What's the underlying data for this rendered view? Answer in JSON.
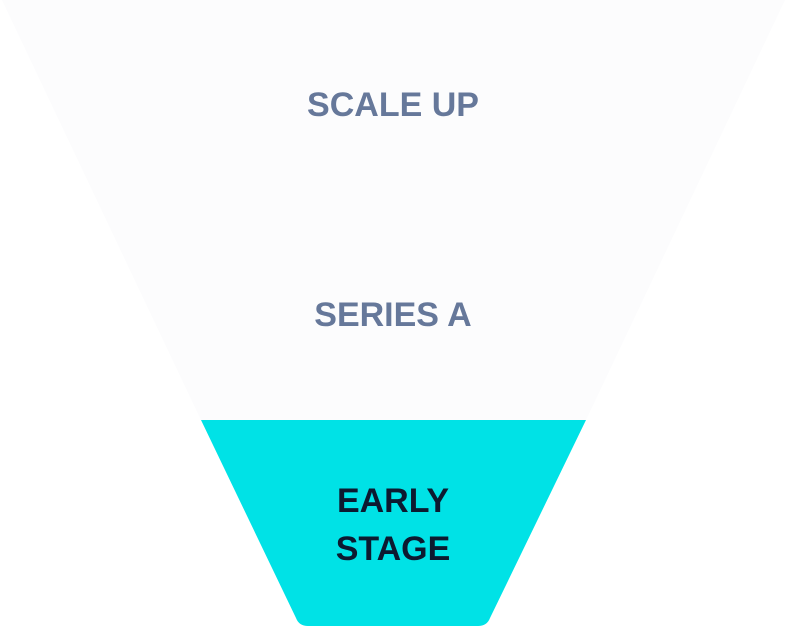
{
  "funnel": {
    "stages": [
      {
        "id": "scale-up",
        "label_lines": [
          "SCALE UP"
        ],
        "fill": "#fcfcfd",
        "text_color": "#66789a"
      },
      {
        "id": "series-a",
        "label_lines": [
          "SERIES A"
        ],
        "fill": "#fcfcfd",
        "text_color": "#66789a"
      },
      {
        "id": "early-stage",
        "label_lines": [
          "EARLY",
          "STAGE"
        ],
        "fill": "#00e2e6",
        "text_color": "#0c1a30"
      }
    ]
  }
}
